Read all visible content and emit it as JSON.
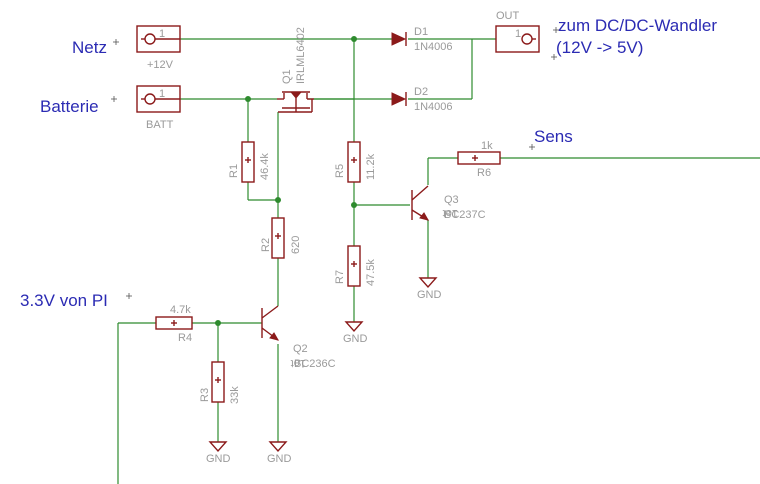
{
  "labels": {
    "netz": "Netz",
    "batterie": "Batterie",
    "pi_input": "3.3V von PI",
    "sens": "Sens",
    "output_line1": "zum DC/DC-Wandler",
    "output_line2": "(12V -> 5V)"
  },
  "connectors": {
    "netz_value": "+12V",
    "batt_value": "BATT",
    "out_name": "OUT",
    "pin": "1"
  },
  "diodes": {
    "d1_name": "D1",
    "d1_value": "1N4006",
    "d2_name": "D2",
    "d2_value": "1N4006"
  },
  "mosfet": {
    "name": "Q1",
    "value": "IRLML6402"
  },
  "resistors": {
    "r1_name": "R1",
    "r1_value": "46.4k",
    "r2_name": "R2",
    "r2_value": "620",
    "r3_name": "R3",
    "r3_value": "33k",
    "r4_name": "R4",
    "r4_value": "4.7k",
    "r5_name": "R5",
    "r5_value": "11.2k",
    "r6_name": "R6",
    "r6_value": "1k",
    "r7_name": "R7",
    "r7_value": "47.5k"
  },
  "transistors": {
    "q2_name": "Q2",
    "q2_value": "BC236C",
    "q3_name": "Q3",
    "q3_value": "BC237C",
    "pin_marker": "1ot"
  },
  "ground": "GND"
}
